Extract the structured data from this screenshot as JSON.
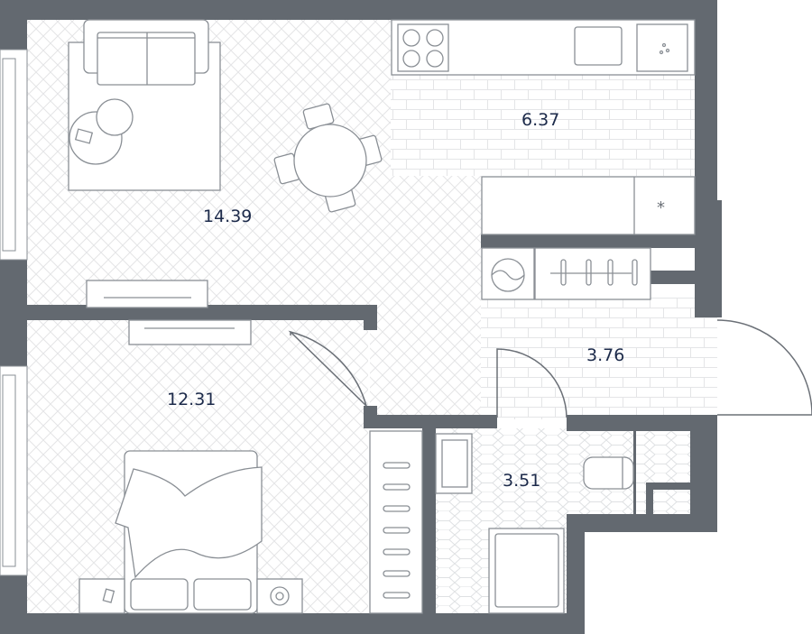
{
  "plan": {
    "rooms": [
      {
        "id": "living",
        "area": "14.39"
      },
      {
        "id": "kitchen",
        "area": "6.37"
      },
      {
        "id": "bedroom",
        "area": "12.31"
      },
      {
        "id": "hall",
        "area": "3.76"
      },
      {
        "id": "bathroom",
        "area": "3.51"
      }
    ]
  },
  "colors": {
    "wall": "#636970",
    "label": "#1c2a4a",
    "furniture": "#8a8f95"
  }
}
